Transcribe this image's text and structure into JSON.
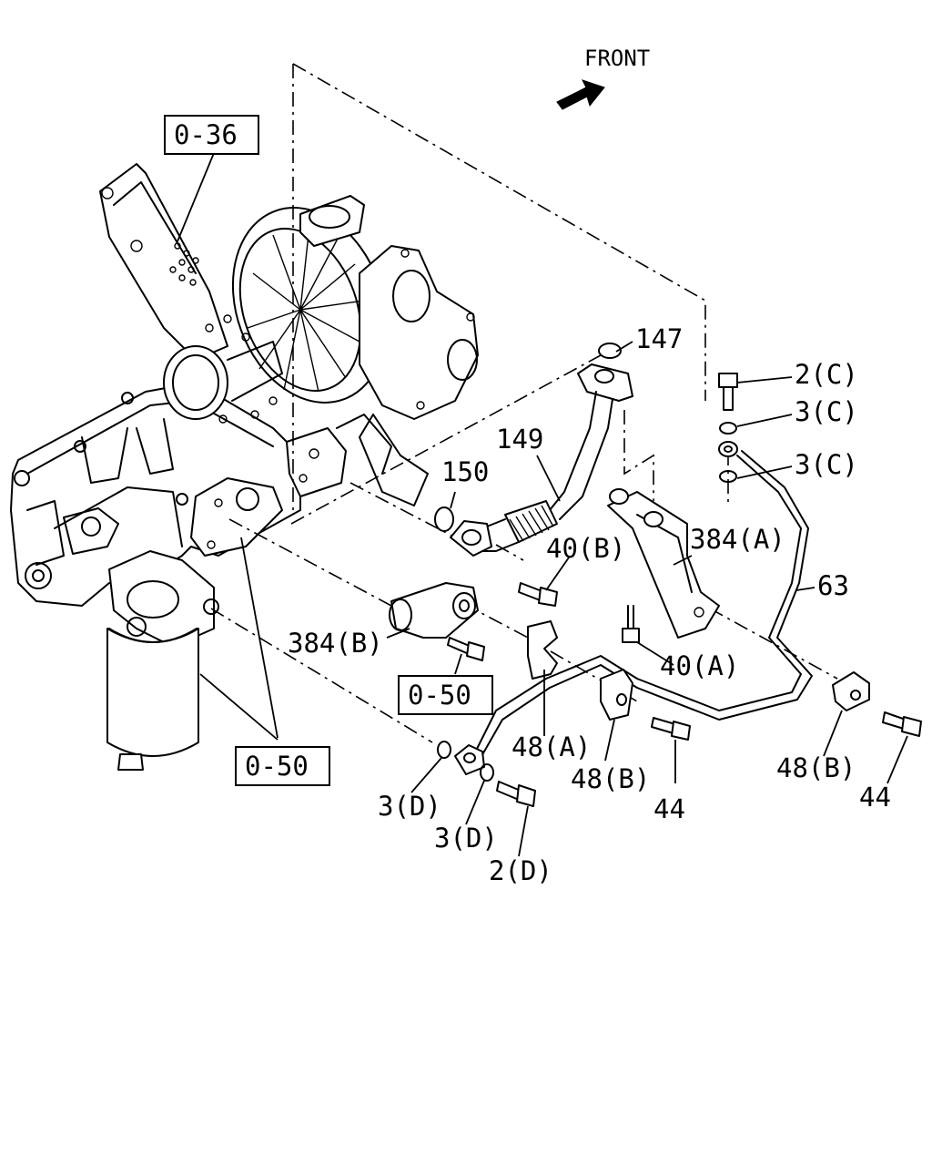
{
  "direction": {
    "label": "FRONT",
    "icon": "front-arrow-icon"
  },
  "references": {
    "r036": "0-36",
    "r050_bracket": "0-50",
    "r050_filter": "0-50"
  },
  "callouts": {
    "p147": "147",
    "p2c": "2(C)",
    "p3c_top": "3(C)",
    "p3c_bottom": "3(C)",
    "p149": "149",
    "p150": "150",
    "p384a": "384(A)",
    "p40b": "40(B)",
    "p63": "63",
    "p384b": "384(B)",
    "p40a": "40(A)",
    "p48a": "48(A)",
    "p48b_left": "48(B)",
    "p48b_right": "48(B)",
    "p44_left": "44",
    "p44_right": "44",
    "p3d_left": "3(D)",
    "p3d_right": "3(D)",
    "p2d": "2(D)"
  }
}
